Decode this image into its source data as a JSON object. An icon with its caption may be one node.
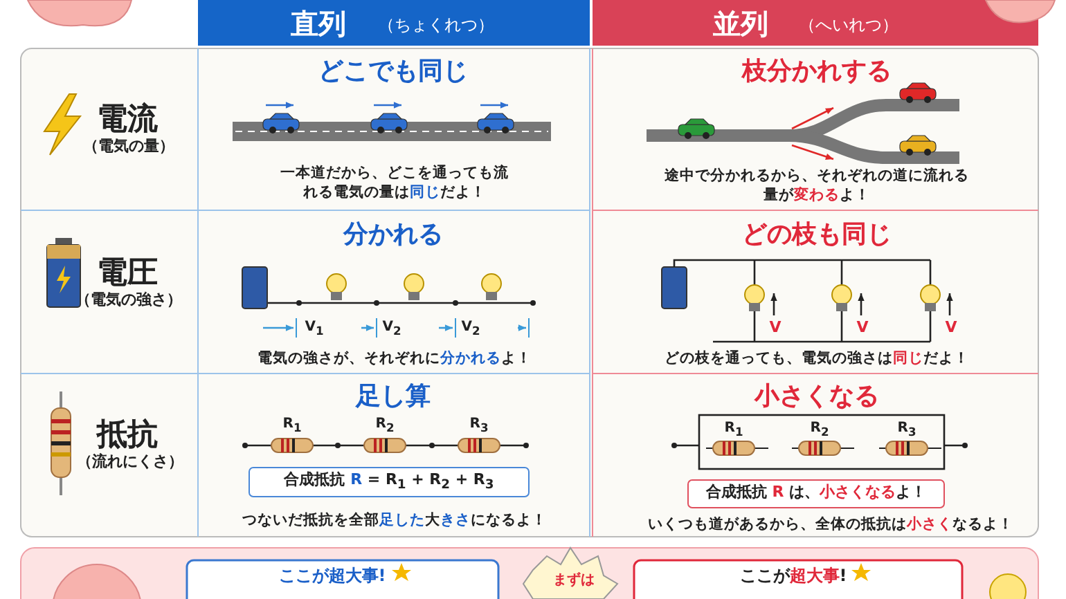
{
  "diagram": {
    "labels": [
      "直列",
      "（ちょくれつ）",
      "並列",
      "（へいれつ）",
      "電流",
      "（電気の量）",
      "どこでも同じ",
      "一本道だから、どこを通っても流れる電気の量は**同じ**だよ！",
      "枝分かれする",
      "途中で分かれるから、それぞれの道に流れる量が**変わる**よ！",
      "電圧",
      "（電気の強さ）",
      "分かれる",
      "V$_{1}$",
      "V$_{2}$",
      "V$_{2}$",
      "電気の強さが、それぞれに**分かれる**よ！",
      "どの枝も同じ",
      "V",
      "V",
      "V",
      "どの枝を通っても、電気の強さは**同じ**だよ！",
      "抵抗",
      "（流れにくさ）",
      "足し算",
      "R$_{1}$",
      "R$_{2}$",
      "R$_{3}$",
      "合成抵抗 **R** = R$_{1}$ + R$_{2}$ + R$_{3}$",
      "つないだ抵抗を全部**足した**大**きさ**になるよ！",
      "小さくなる",
      "R$_{1}$",
      "R$_{2}$",
      "R$_{3}$",
      "合成抵抗 **R** は、**小さくなる**よ！",
      "いくつも道があるから、全体の抵抗は**小さく**なるよ！",
      "ここが超大事!",
      "まずは",
      "ここが**超大事**!"
    ]
  }
}
